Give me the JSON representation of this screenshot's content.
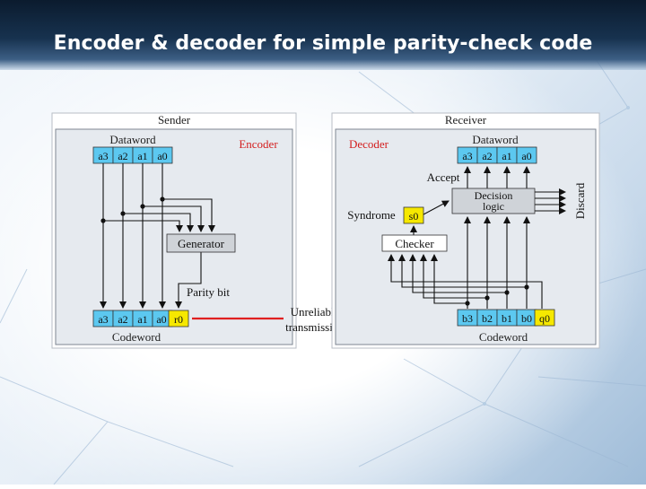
{
  "slide": {
    "title": "Encoder & decoder for simple parity-check code"
  },
  "sender": {
    "panel_title": "Sender",
    "dataword_label": "Dataword",
    "encoder_label": "Encoder",
    "dataword_bits": [
      "a3",
      "a2",
      "a1",
      "a0"
    ],
    "generator_label": "Generator",
    "parity_bit_label": "Parity bit",
    "codeword_bits": [
      "a3",
      "a2",
      "a1",
      "a0",
      "r0"
    ],
    "codeword_label": "Codeword"
  },
  "channel": {
    "label_line1": "Unreliable",
    "label_line2": "transmission"
  },
  "receiver": {
    "panel_title": "Receiver",
    "decoder_label": "Decoder",
    "dataword_label": "Dataword",
    "dataword_bits": [
      "a3",
      "a2",
      "a1",
      "a0"
    ],
    "accept_label": "Accept",
    "decision_label_line1": "Decision",
    "decision_label_line2": "logic",
    "discard_label": "Discard",
    "syndrome_label": "Syndrome",
    "syndrome_bit": "s0",
    "checker_label": "Checker",
    "codeword_bits": [
      "b3",
      "b2",
      "b1",
      "b0",
      "q0"
    ],
    "codeword_label": "Codeword"
  },
  "colors": {
    "bit_cell": "#5cc8f0",
    "parity_cell": "#f6e800",
    "arrow_red": "#e02020",
    "panel_bg": "#e6eaef",
    "box_gray": "#cfd3d8"
  }
}
